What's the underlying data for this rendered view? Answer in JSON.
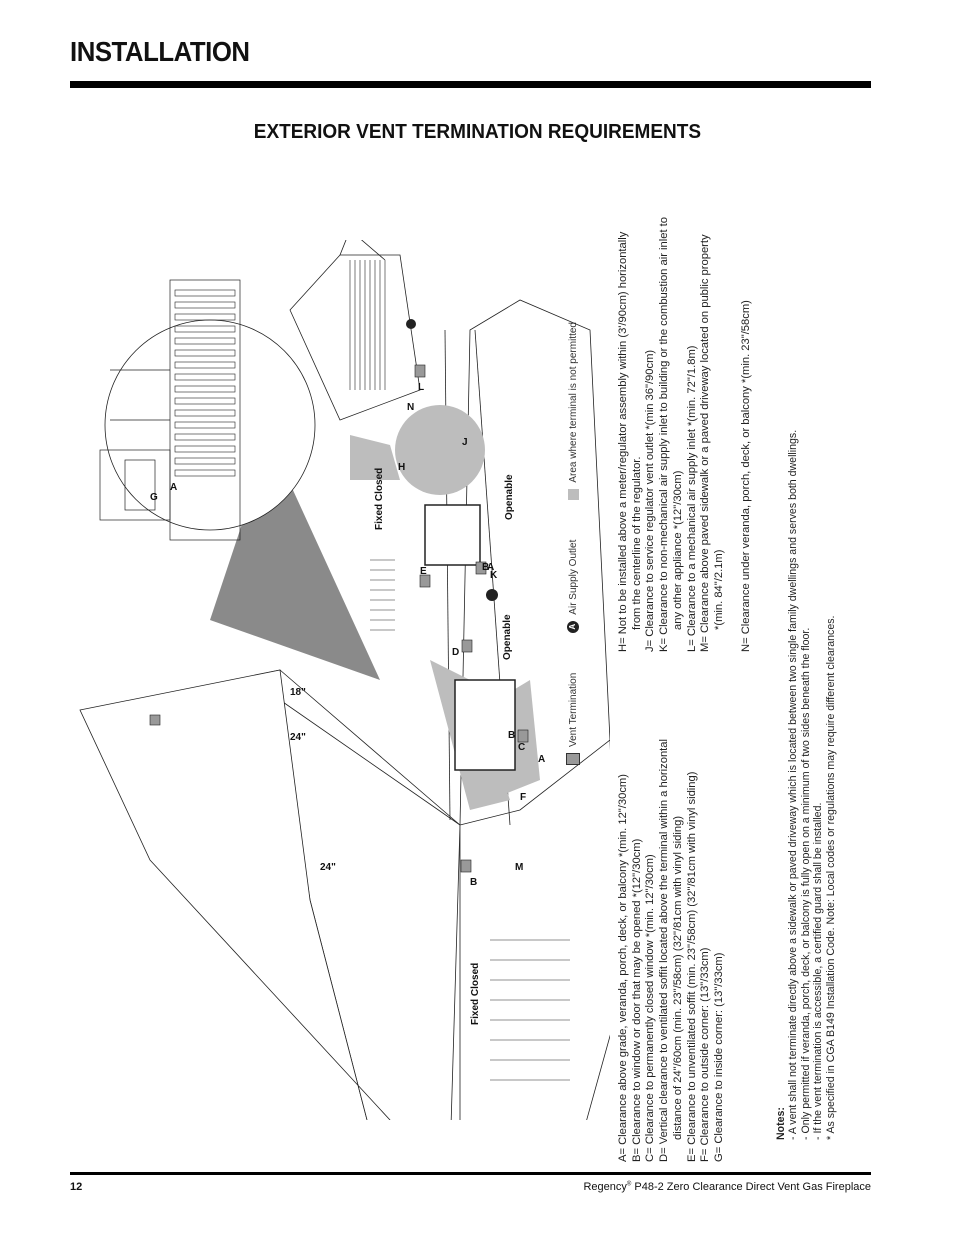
{
  "header": {
    "title": "INSTALLATION",
    "section_title": "EXTERIOR VENT TERMINATION REQUIREMENTS"
  },
  "diagram": {
    "labels": {
      "fixed_closed": "Fixed Closed",
      "openable": "Openable",
      "dim_24": "24\"",
      "dim_18": "18\"",
      "letters": [
        "A",
        "B",
        "C",
        "D",
        "E",
        "F",
        "G",
        "H",
        "J",
        "K",
        "L",
        "M",
        "N"
      ]
    },
    "legend": {
      "vent_termination": "Vent Termination",
      "air_supply_outlet": "Air Supply Outlet",
      "air_supply_symbol": "A",
      "not_permitted": "Area where terminal is not permitted"
    },
    "colors": {
      "restricted_area": "#bdbdbd",
      "zoom_cone": "#8a8a8a",
      "line": "#222222"
    }
  },
  "clearances_left": [
    {
      "text": "A= Clearance above grade, veranda, porch, deck, or balcony *(min. 12\"/30cm)"
    },
    {
      "text": "B= Clearance to window or door that may be opened *(12\"/30cm)"
    },
    {
      "text": "C= Clearance to permanently closed window *(min. 12\"/30cm)"
    },
    {
      "text": "D= Vertical clearance to ventilated soffit located above the terminal within a horizontal"
    },
    {
      "text": "distance of 24\"/60cm (min. 23\"/58cm) (32\"/81cm with vinyl siding)",
      "indent": true
    },
    {
      "text": "E= Clearance to unventilated soffit (min. 23\"/58cm) (32\"/81cm with vinyl siding)"
    },
    {
      "text": "F= Clearance to outside corner:   (13\"/33cm)"
    },
    {
      "text": "G= Clearance to inside corner: (13\"/33cm)"
    }
  ],
  "clearances_right": [
    {
      "text": "H= Not to be installed above a meter/regulator assembly within (3'/90cm) horizontally"
    },
    {
      "text": "from the centerline of the regulator.",
      "indent": true
    },
    {
      "text": "J=  Clearance to service regulator vent outlet *(min 36\"/90cm)"
    },
    {
      "text": "K=  Clearance to non-mechanical air supply inlet to building or the combustion air inlet to"
    },
    {
      "text": "any other appliance *(12\"/30cm)",
      "indent": true
    },
    {
      "text": "L=  Clearance to a mechanical air supply inlet *(min. 72\"/1.8m)"
    },
    {
      "text": "M= Clearance above paved sidewalk or a paved driveway located on public property"
    },
    {
      "text": "*(min. 84\"/2.1m)",
      "indent": true
    },
    {
      "text": ""
    },
    {
      "text": "N=  Clearance under veranda, porch, deck, or balcony *(min. 23\"/58cm)"
    }
  ],
  "notes": {
    "heading": "Notes:",
    "items": [
      "- A vent shall not terminate directly above a sidewalk or paved driveway which is located between two single family dwellings and serves both dwellings.",
      "- Only permitted if veranda, porch, deck, or balcony is fully open on a minimum of two sides beneath the floor.",
      "- If the vent termination is accessible, a certified guard shall be installed.",
      "* As specified in CGA B149 Installation Code.  Note: Local codes or  regulations may require different clearances."
    ]
  },
  "footer": {
    "page_number": "12",
    "brand": "Regency",
    "registered": "®",
    "product": " P48-2 Zero Clearance Direct Vent Gas Fireplace"
  }
}
